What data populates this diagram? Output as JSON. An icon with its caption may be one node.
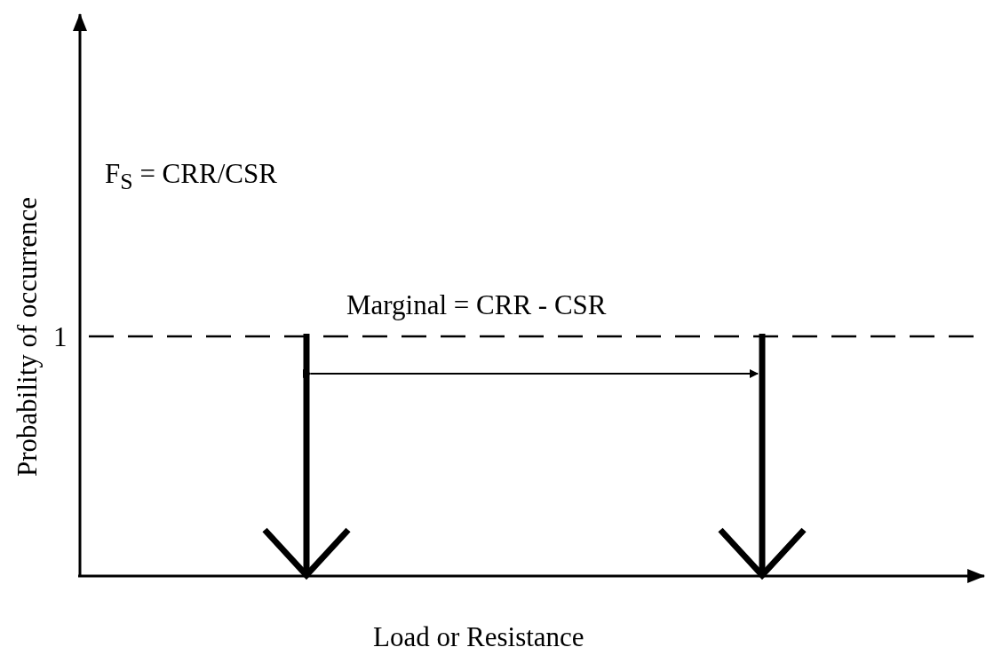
{
  "diagram": {
    "labels": [
      "F$_{S}$ = CRR/CSR",
      "Marginal = CRR - CSR",
      "1",
      "Probability of occurrence",
      "Load or Resistance"
    ]
  }
}
